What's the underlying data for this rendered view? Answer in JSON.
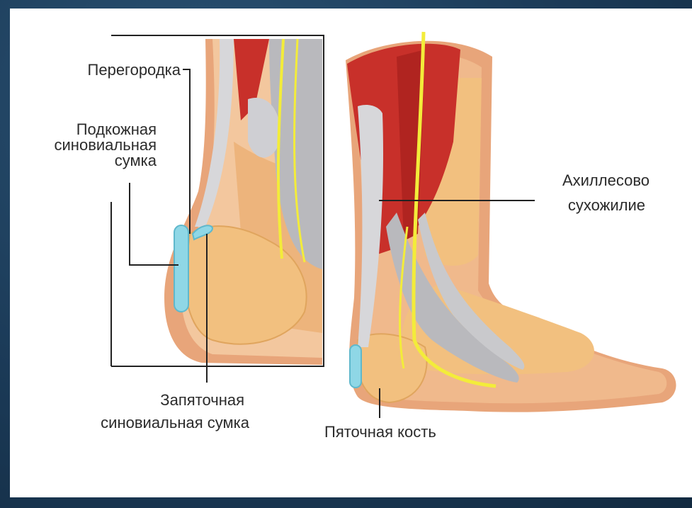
{
  "labels": {
    "septum": "Перегородка",
    "subcutaneous_bursa": [
      "Подкожная",
      "синовиальная",
      "сумка"
    ],
    "achilles_tendon": [
      "Ахиллесово",
      "сухожилие"
    ],
    "retrocalcaneal_bursa": [
      "Запяточная",
      "синовиальная сумка"
    ],
    "calcaneus": "Пяточная кость"
  },
  "colors": {
    "skin": "#e8a57a",
    "skin_light": "#f3c79e",
    "muscle": "#c8302a",
    "bone": "#f2c07f",
    "tendon": "#c9c9cc",
    "nerve": "#f3ec3a",
    "bursa": "#8fd7e6",
    "line": "#222222"
  }
}
